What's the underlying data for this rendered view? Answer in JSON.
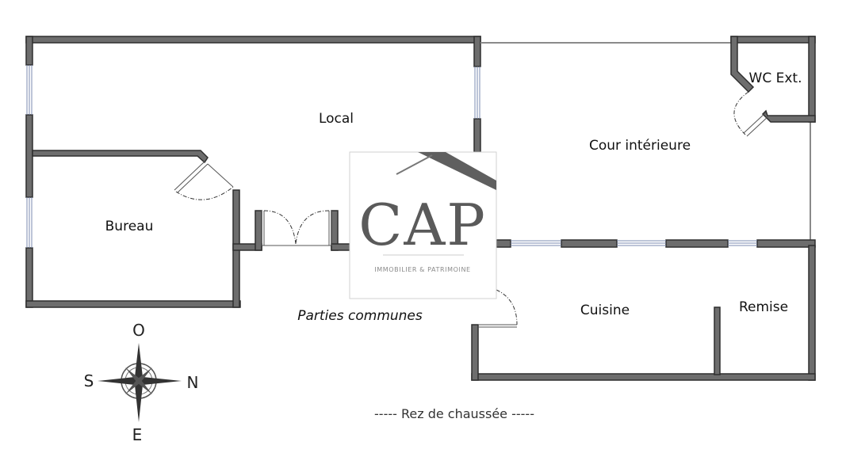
{
  "rooms": {
    "local": "Local",
    "bureau": "Bureau",
    "cour": "Cour intérieure",
    "wc": "WC Ext.",
    "cuisine": "Cuisine",
    "remise": "Remise",
    "parties_communes": "Parties communes"
  },
  "compass": {
    "north": "N",
    "south": "S",
    "east": "E",
    "west": "O"
  },
  "logo": {
    "name": "CAP",
    "tagline": "IMMOBILIER & PATRIMOINE"
  },
  "floor_label": "----- Rez de chaussée -----",
  "colors": {
    "wall": "#6d6d6d",
    "window": "#7b8bb0",
    "logo_box": "#ffffff"
  }
}
